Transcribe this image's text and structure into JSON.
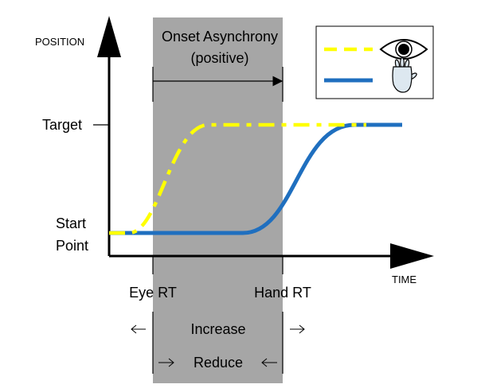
{
  "axes": {
    "y_label": "POSITION",
    "x_label": "TIME",
    "y_ticks": {
      "target": "Target",
      "start_line1": "Start",
      "start_line2": "Point"
    }
  },
  "shaded_region": {
    "color": "#a6a6a6",
    "title_line1": "Onset Asynchrony",
    "title_line2": "(positive)",
    "left_label": "Eye RT",
    "right_label": "Hand RT",
    "bottom_row1": "Increase",
    "bottom_row2": "Reduce"
  },
  "legend": {
    "items": [
      {
        "series": "eye",
        "icon": "eye-icon",
        "color": "#ffff00",
        "dash": "dashed"
      },
      {
        "series": "hand",
        "icon": "hand-icon",
        "color": "#1f6fbf",
        "dash": "solid"
      }
    ]
  },
  "colors": {
    "eye_curve": "#ffff00",
    "hand_curve": "#1f6fbf",
    "axis": "#000000"
  }
}
